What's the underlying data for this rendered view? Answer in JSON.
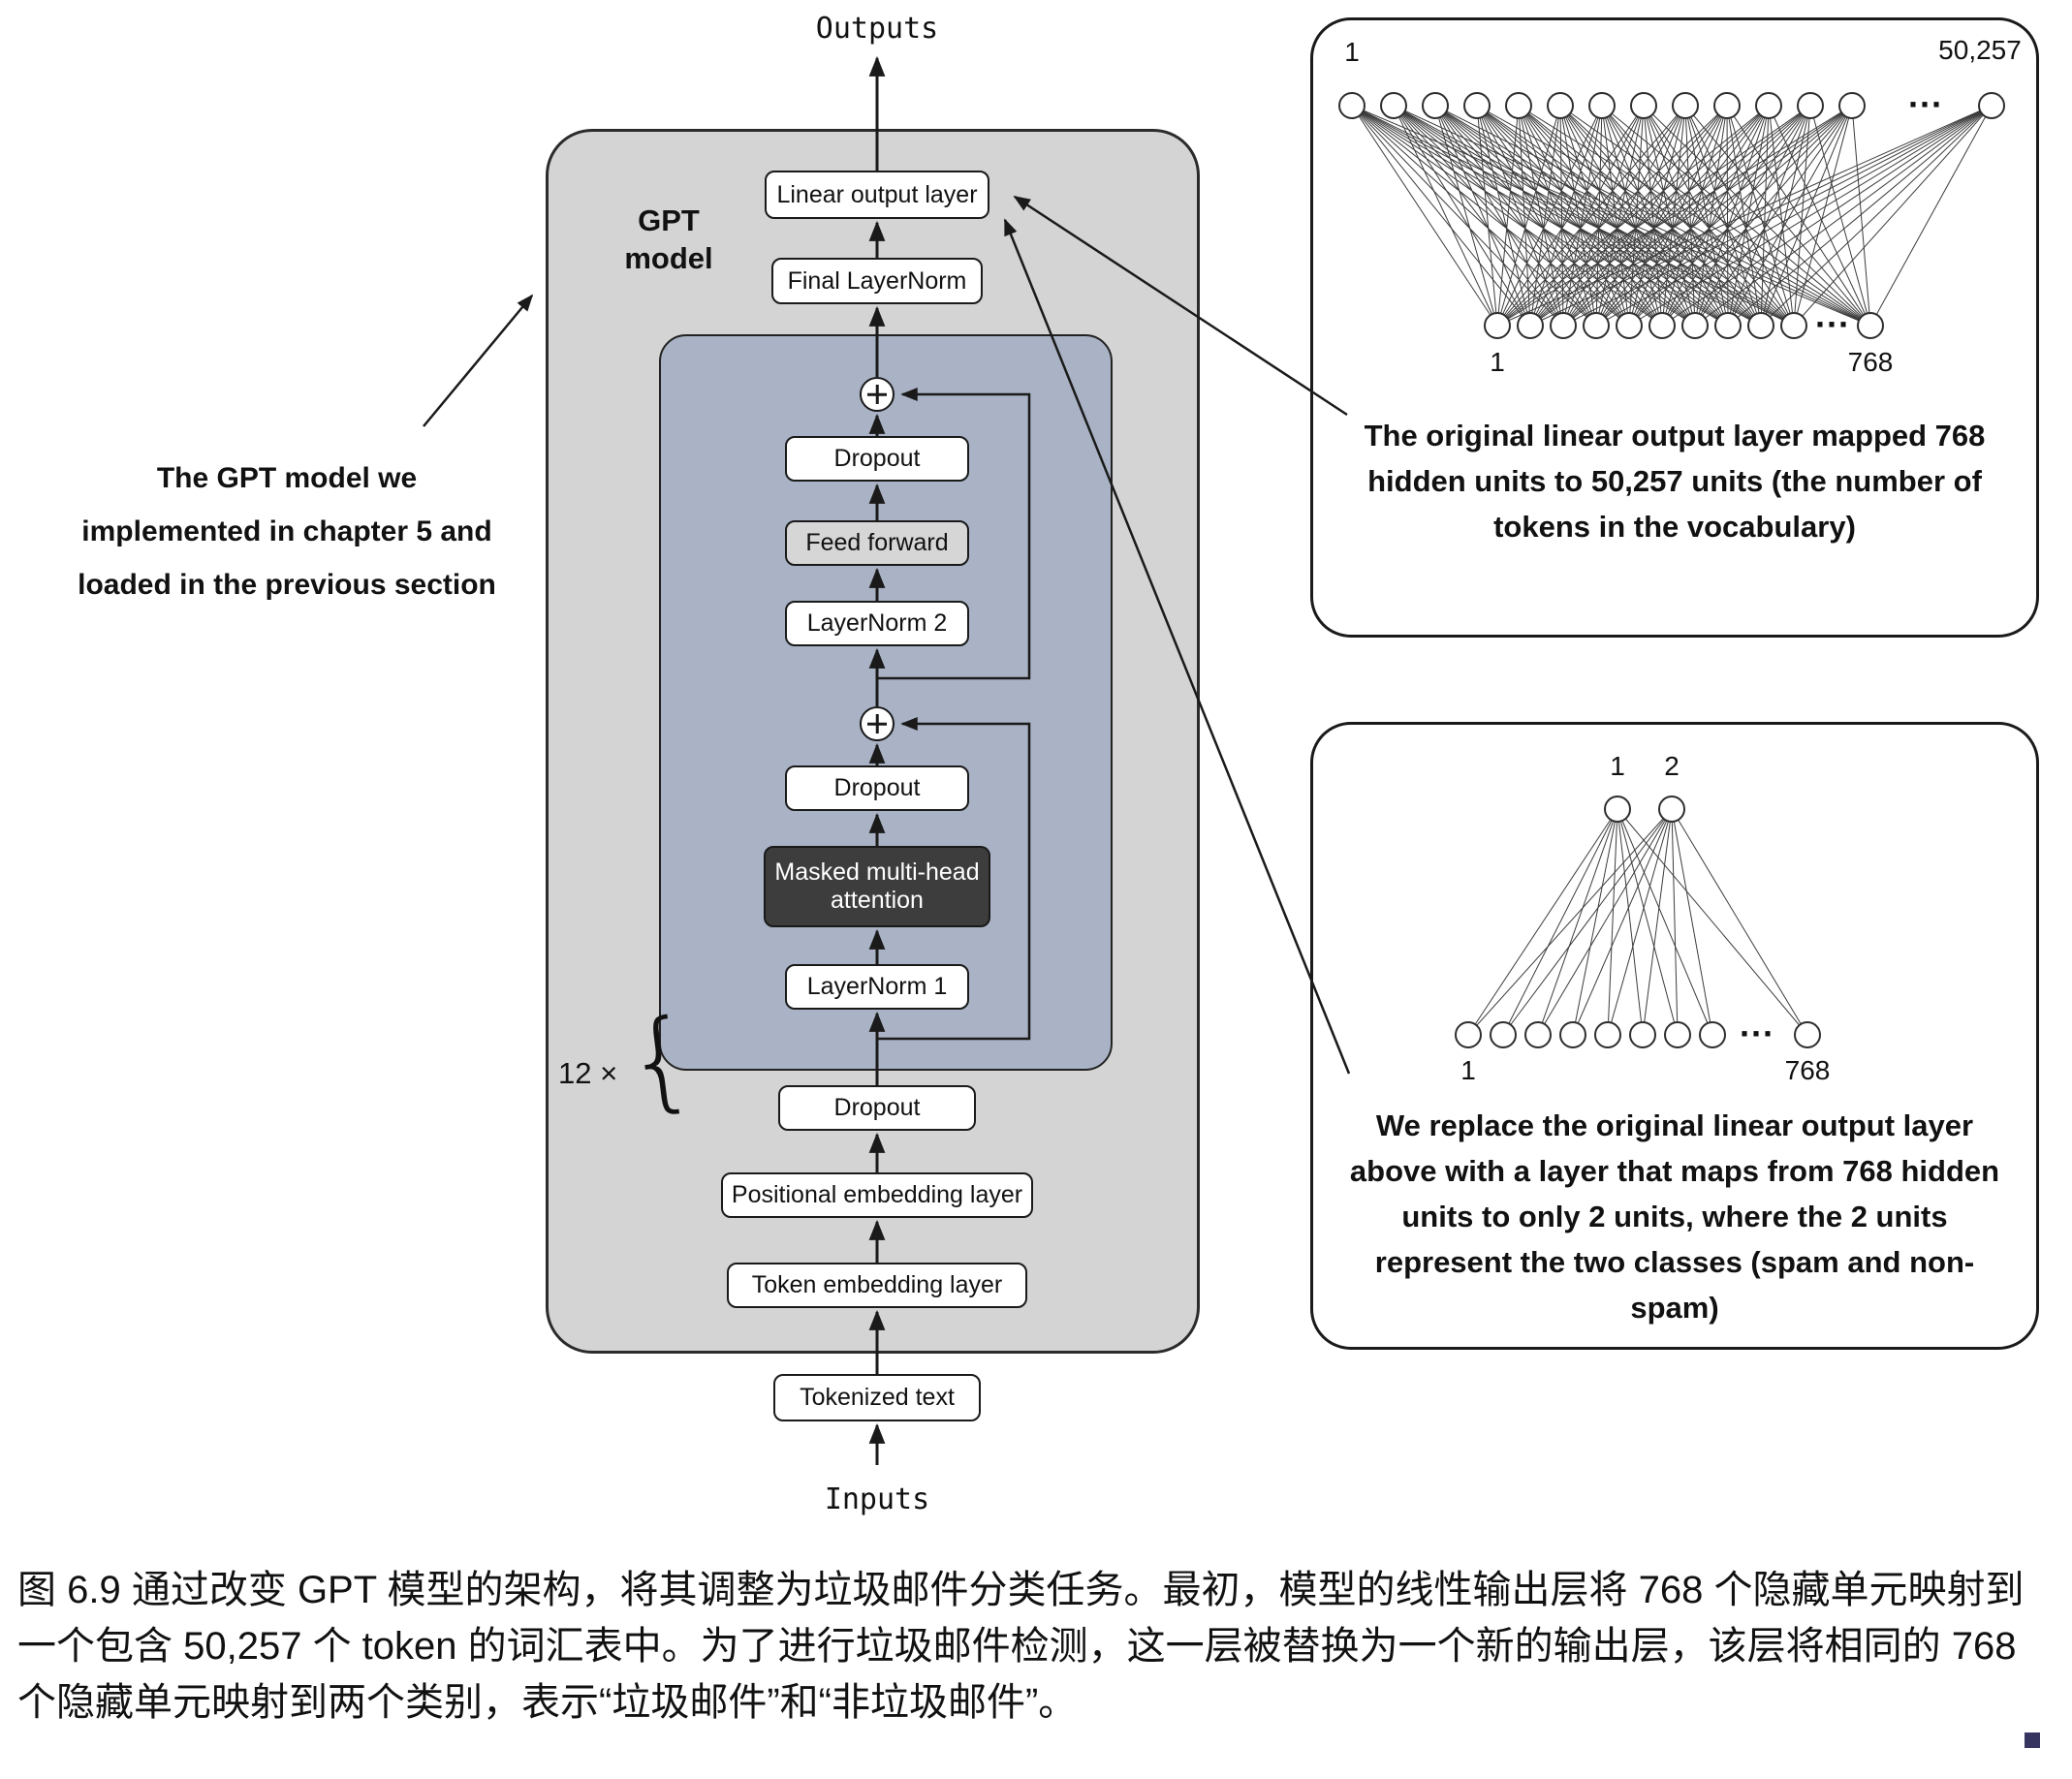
{
  "page": {
    "outputs_label": "Outputs",
    "inputs_label": "Inputs"
  },
  "gpt": {
    "title": "GPT model",
    "repeat_label": "12 ×",
    "repeat_brace": "{",
    "layers": {
      "linear_output": "Linear output layer",
      "final_layernorm": "Final LayerNorm",
      "dropout_top": "Dropout",
      "feed_forward": "Feed forward",
      "layernorm_2": "LayerNorm 2",
      "dropout_mid": "Dropout",
      "masked_attention": "Masked multi-head attention",
      "layernorm_1": "LayerNorm 1",
      "dropout_bottom": "Dropout",
      "positional_embedding": "Positional embedding layer",
      "token_embedding": "Token embedding layer",
      "tokenized_text": "Tokenized text"
    }
  },
  "left_note": {
    "text": "The GPT model we implemented in chapter 5 and loaded in the previous section"
  },
  "top_panel": {
    "caption": "The original linear output layer mapped 768 hidden units to 50,257 units (the number of tokens in the vocabulary)",
    "ellipsis": "···",
    "node_labels": {
      "top_first": "1",
      "top_last": "50,257",
      "bottom_first": "1",
      "bottom_last": "768"
    }
  },
  "bottom_panel": {
    "caption": "We replace the original linear output layer above with a layer that maps from 768 hidden units to only 2 units, where the 2 units represent the two classes (spam and non-spam)",
    "ellipsis": "···",
    "node_labels": {
      "top_first": "1",
      "top_second": "2",
      "bottom_first": "1",
      "bottom_last": "768"
    }
  },
  "figure_caption": {
    "text": "图 6.9 通过改变 GPT 模型的架构，将其调整为垃圾邮件分类任务。最初，模型的线性输出层将 768 个隐藏单元映射到一个包含 50,257 个 token 的词汇表中。为了进行垃圾邮件检测，这一层被替换为一个新的输出层，该层将相同的 768 个隐藏单元映射到两个类别，表示“垃圾邮件”和“非垃圾邮件”。"
  },
  "colors": {
    "caption_text": "#1d3f9f",
    "gpt_box_fill": "#d4d4d4",
    "transformer_block_fill": "#a9b3c5",
    "attention_fill": "#3d3d3d",
    "feed_forward_fill": "#d6d6d6"
  }
}
